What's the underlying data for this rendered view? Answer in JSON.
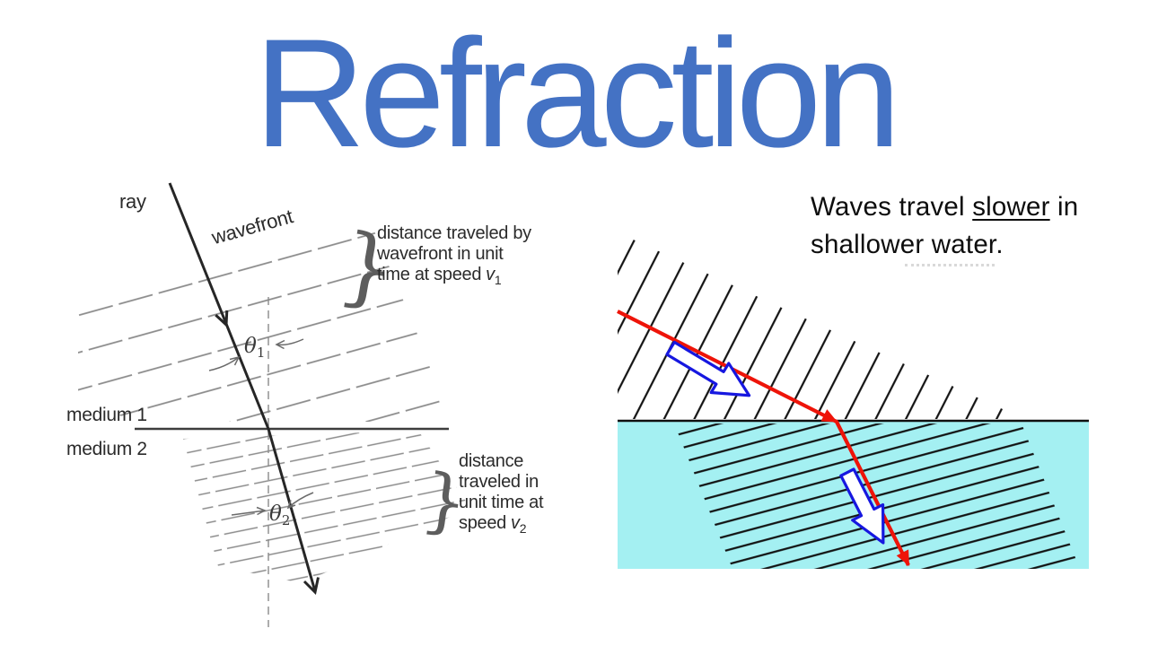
{
  "title": {
    "text": "Refraction",
    "color": "#4472c4"
  },
  "left_diagram": {
    "labels": {
      "ray": "ray",
      "wavefront": "wavefront",
      "medium1": "medium 1",
      "medium2": "medium 2",
      "theta": "θ",
      "theta1_sub": "1",
      "theta2_sub": "2",
      "brace": "}"
    },
    "annotation_v1": {
      "line1": "distance traveled by",
      "line2": "wavefront in unit",
      "line3": "time at speed",
      "v": "v",
      "sub": "1"
    },
    "annotation_v2": {
      "line1": "distance",
      "line2": "traveled in",
      "line3": "unit time at",
      "line4": "speed",
      "v": "v",
      "sub": "2"
    },
    "ink": "#2b2b2b",
    "wavefront_line_color": "#8a8a8a"
  },
  "right_diagram": {
    "caption": {
      "before": "Waves travel ",
      "underlined": "slower",
      "after": " in",
      "line2": "shallower water."
    },
    "colors": {
      "water": "#a4f0f2",
      "ray": "#ee1409",
      "arrow_outline": "#1617e0",
      "wave_lines": "#101010"
    }
  }
}
